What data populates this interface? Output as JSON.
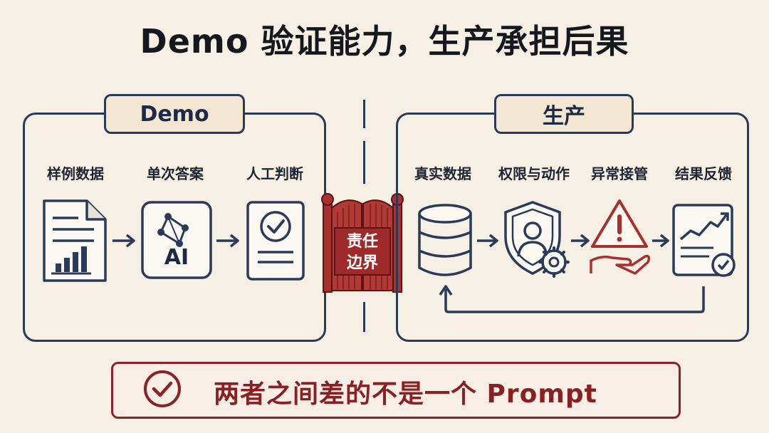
{
  "title": "Demo 验证能力，生产承担后果",
  "demo_panel": {
    "tag": "Demo",
    "steps": [
      {
        "label": "样例数据",
        "icon": "document-chart-icon"
      },
      {
        "label": "单次答案",
        "icon": "ai-chip-icon",
        "icon_text": "AI"
      },
      {
        "label": "人工判断",
        "icon": "checked-document-icon"
      }
    ]
  },
  "boundary": {
    "label_line1": "责任",
    "label_line2": "边界",
    "icon": "gate-icon"
  },
  "production_panel": {
    "tag": "生产",
    "steps": [
      {
        "label": "真实数据",
        "icon": "database-icon"
      },
      {
        "label": "权限与动作",
        "icon": "shield-user-gear-icon"
      },
      {
        "label": "异常接管",
        "icon": "warning-hand-icon"
      },
      {
        "label": "结果反馈",
        "icon": "growth-chart-check-icon"
      }
    ]
  },
  "bottom": {
    "text": "两者之间差的不是一个 Prompt",
    "icon": "check-circle-icon"
  },
  "colors": {
    "navy": "#2a3a5a",
    "dark_red": "#8a2228",
    "background": "#f5efe4"
  }
}
